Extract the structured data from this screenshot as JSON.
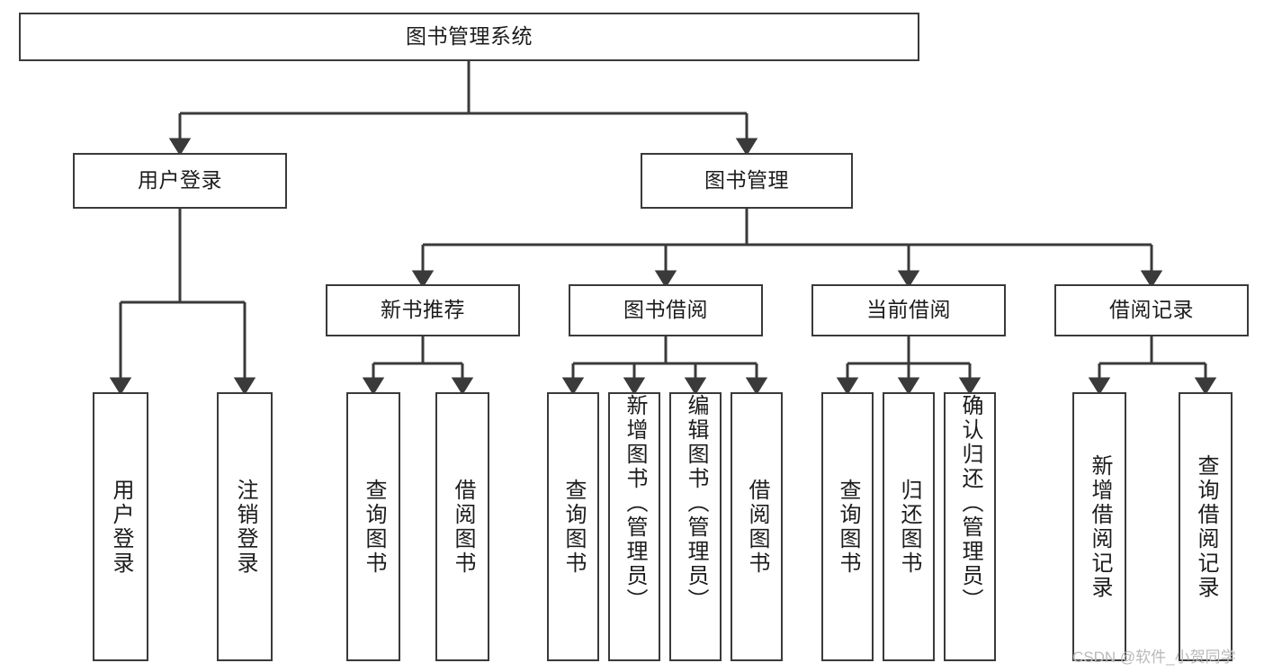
{
  "diagram": {
    "title": "图书管理系统",
    "type": "hierarchy-tree",
    "watermark": "CSDN @软件_小贺同学",
    "colors": {
      "box_border": "#3a3a3a",
      "connector": "#3a3a3a",
      "text": "#1c1c1c",
      "background": "#ffffff",
      "watermark": "#b9b9b9"
    },
    "nodes": {
      "root": {
        "label": "图书管理系统",
        "level": 0
      },
      "level1": [
        {
          "id": "user-login",
          "label": "用户登录",
          "level": 1
        },
        {
          "id": "book-management",
          "label": "图书管理",
          "level": 1
        }
      ],
      "level2": [
        {
          "id": "new-book-recommend",
          "label": "新书推荐",
          "level": 2,
          "parent": "book-management"
        },
        {
          "id": "book-borrow",
          "label": "图书借阅",
          "level": 2,
          "parent": "book-management"
        },
        {
          "id": "current-borrow",
          "label": "当前借阅",
          "level": 2,
          "parent": "book-management"
        },
        {
          "id": "borrow-record",
          "label": "借阅记录",
          "level": 2,
          "parent": "book-management"
        }
      ],
      "leaves": [
        {
          "id": "leaf-user-login",
          "label": "用户登录",
          "parent": "user-login"
        },
        {
          "id": "leaf-logout",
          "label": "注销登录",
          "parent": "user-login"
        },
        {
          "id": "leaf-query-book-1",
          "label": "查询图书",
          "parent": "new-book-recommend"
        },
        {
          "id": "leaf-borrow-book-1",
          "label": "借阅图书",
          "parent": "new-book-recommend"
        },
        {
          "id": "leaf-query-book-2",
          "label": "查询图书",
          "parent": "book-borrow"
        },
        {
          "id": "leaf-add-book",
          "label": "新增图书（管理员）",
          "parent": "book-borrow"
        },
        {
          "id": "leaf-edit-book",
          "label": "编辑图书（管理员）",
          "parent": "book-borrow"
        },
        {
          "id": "leaf-borrow-book-2",
          "label": "借阅图书",
          "parent": "book-borrow"
        },
        {
          "id": "leaf-query-book-3",
          "label": "查询图书",
          "parent": "current-borrow"
        },
        {
          "id": "leaf-return-book",
          "label": "归还图书",
          "parent": "current-borrow"
        },
        {
          "id": "leaf-confirm-return",
          "label": "确认归还（管理员）",
          "parent": "current-borrow"
        },
        {
          "id": "leaf-add-record",
          "label": "新增借阅记录",
          "parent": "borrow-record"
        },
        {
          "id": "leaf-query-record",
          "label": "查询借阅记录",
          "parent": "borrow-record"
        }
      ]
    }
  }
}
